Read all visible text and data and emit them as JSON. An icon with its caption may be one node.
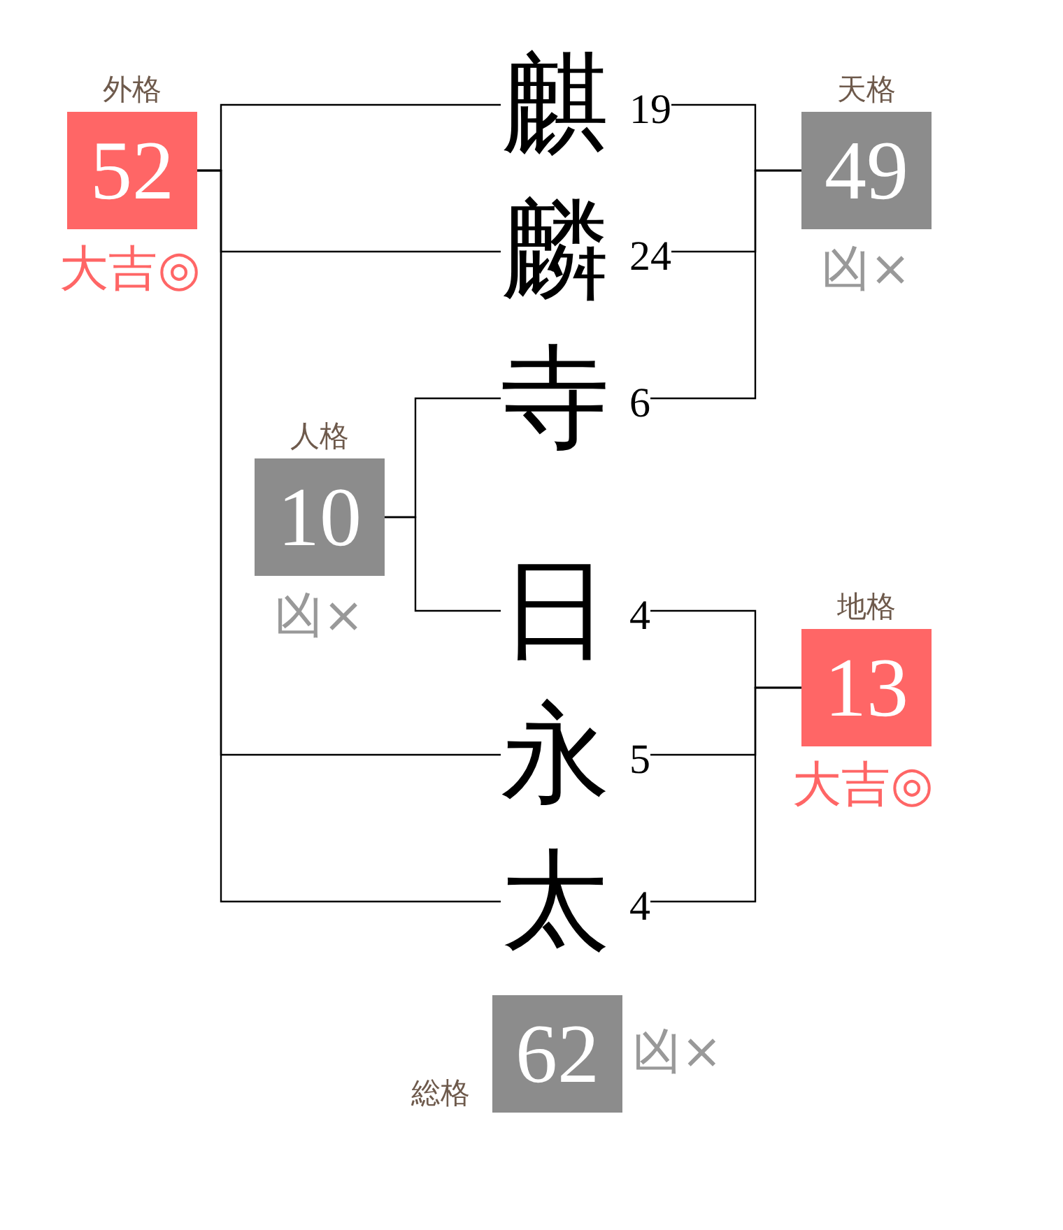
{
  "diagram": {
    "nodes": [
      {
        "text": [
          "外格",
          "52"
        ],
        "beside": [
          "大吉◎"
        ]
      },
      {
        "text": [
          "麒"
        ],
        "beside": [
          "19"
        ]
      },
      {
        "text": [
          "麟"
        ],
        "beside": [
          "24"
        ]
      },
      {
        "text": [
          "天格",
          "49"
        ],
        "beside": [
          "凶×"
        ]
      },
      {
        "text": [
          "寺"
        ],
        "beside": [
          "6"
        ]
      },
      {
        "text": [
          "人格",
          "10"
        ],
        "beside": [
          "凶×"
        ]
      },
      {
        "text": [
          "日"
        ],
        "beside": [
          "4"
        ]
      },
      {
        "text": [
          "地格",
          "13"
        ],
        "beside": [
          "大吉◎"
        ]
      },
      {
        "text": [
          "永"
        ],
        "beside": [
          "5"
        ]
      },
      {
        "text": [
          "太"
        ],
        "beside": [
          "4"
        ]
      },
      {
        "text": [
          "総格",
          "62"
        ],
        "beside": [
          "凶×"
        ]
      }
    ],
    "edges": [
      {
        "from": 1,
        "to": 0,
        "arrow": "none"
      },
      {
        "from": 2,
        "to": 0,
        "arrow": "none"
      },
      {
        "from": 8,
        "to": 0,
        "arrow": "none"
      },
      {
        "from": 9,
        "to": 0,
        "arrow": "none"
      },
      {
        "from": 1,
        "to": 3,
        "arrow": "none"
      },
      {
        "from": 2,
        "to": 3,
        "arrow": "none"
      },
      {
        "from": 4,
        "to": 3,
        "arrow": "none"
      },
      {
        "from": 4,
        "to": 5,
        "arrow": "none"
      },
      {
        "from": 6,
        "to": 5,
        "arrow": "none"
      },
      {
        "from": 6,
        "to": 7,
        "arrow": "none"
      },
      {
        "from": 8,
        "to": 7,
        "arrow": "none"
      },
      {
        "from": 9,
        "to": 7,
        "arrow": "none"
      }
    ]
  }
}
